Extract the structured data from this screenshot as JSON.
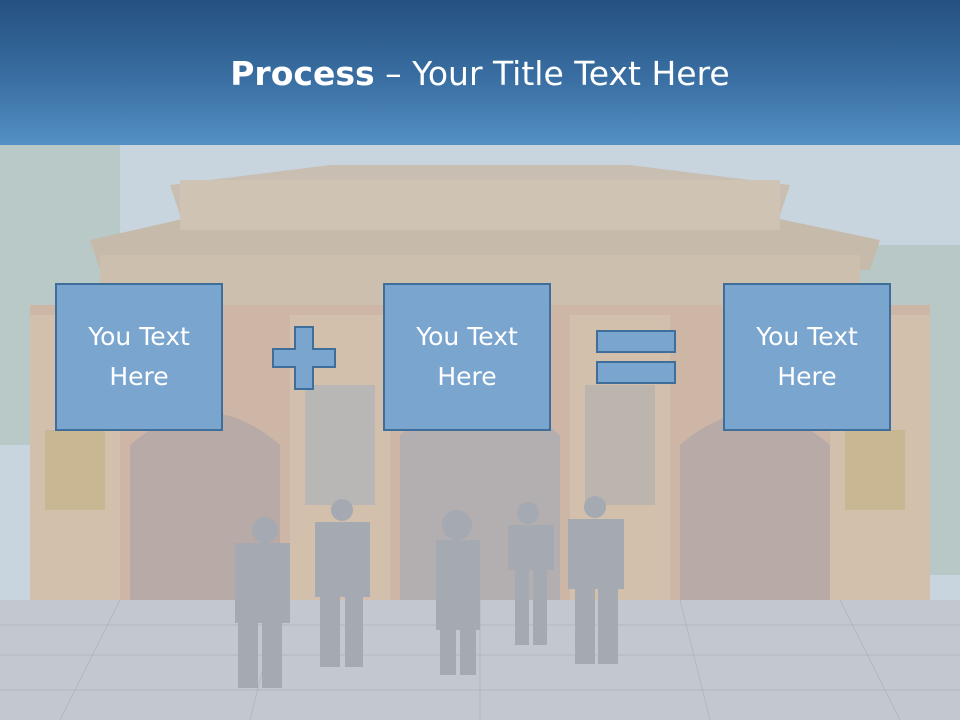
{
  "header": {
    "title_bold": "Process",
    "title_rest": " – Your Title Text Here"
  },
  "process": {
    "box1": "You Text Here",
    "box2": "You Text Here",
    "box3": "You Text Here",
    "operator1": "plus-icon",
    "operator2": "equals-icon"
  },
  "colors": {
    "header_top": "#24507f",
    "header_bottom": "#5490c4",
    "box_fill": "#7aa5cf",
    "box_border": "#3f6e9b"
  }
}
